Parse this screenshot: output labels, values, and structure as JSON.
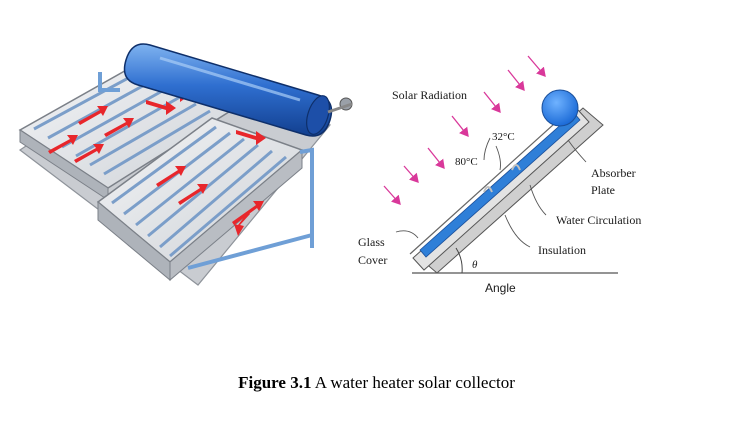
{
  "diagram": {
    "labels": {
      "solar_radiation": "Solar Radiation",
      "temp_hot": "80°C",
      "temp_cold": "32°C",
      "absorber_line1": "Absorber",
      "absorber_line2": "Plate",
      "water_circulation": "Water Circulation",
      "insulation": "Insulation",
      "glass_line1": "Glass",
      "glass_line2": "Cover",
      "theta": "θ",
      "angle": "Angle"
    },
    "colors": {
      "water": "#2f7fd8",
      "arrow": "#e8262b",
      "radiation": "#d9389a",
      "frame": "#d4d4d4"
    }
  },
  "caption": {
    "number": "Figure 3.1",
    "text": "A water heater solar collector"
  }
}
